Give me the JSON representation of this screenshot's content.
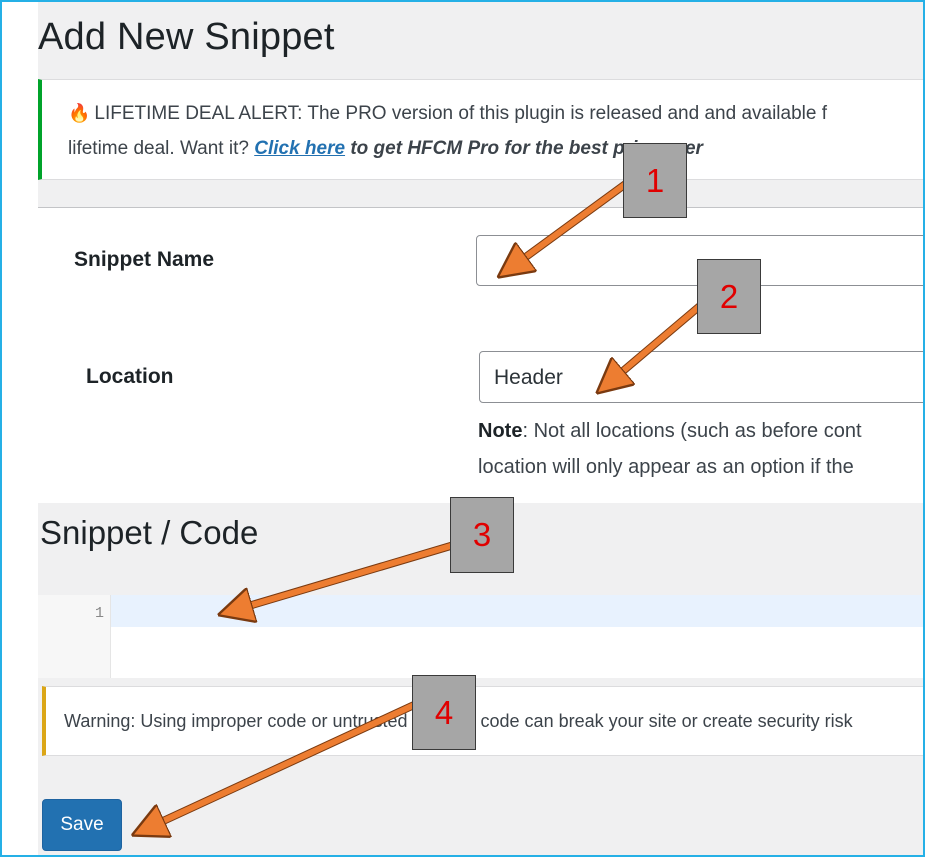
{
  "page": {
    "title": "Add New Snippet"
  },
  "notice": {
    "icon": "fire-icon",
    "line1_text": "LIFETIME DEAL ALERT: The PRO version of this plugin is released and and available f",
    "line2_prefix": "lifetime deal. Want it?",
    "link_text": "Click here",
    "line2_suffix": "to get HFCM Pro for the best price ever",
    "accent_color": "#00a32a"
  },
  "form": {
    "snippet_name_label": "Snippet Name",
    "snippet_name_value": "",
    "location_label": "Location",
    "location_value": "Header",
    "note_label": "Note",
    "note_line1": ": Not all locations (such as before cont",
    "note_line2": "location will only appear as an option if the"
  },
  "code_section": {
    "title": "Snippet / Code",
    "line_number": "1"
  },
  "warning": {
    "text": "Warning: Using improper code or untrusted sources code can break your site or create security risk",
    "accent_color": "#dba617"
  },
  "save_button": {
    "label": "Save",
    "color": "#2271b1"
  },
  "annotations": {
    "markers": [
      "1",
      "2",
      "3",
      "4"
    ],
    "arrow_color": "#ed7d31",
    "number_color": "#e00000"
  }
}
